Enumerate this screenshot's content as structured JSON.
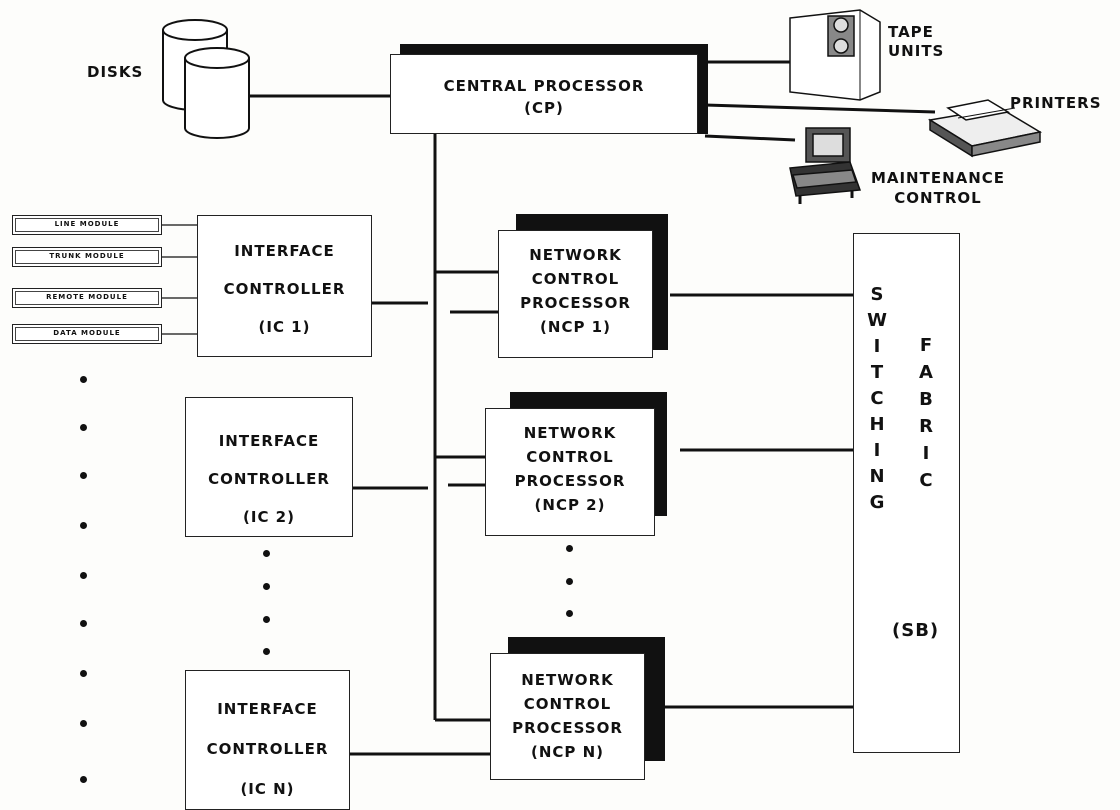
{
  "peripherals": {
    "disks": "DISKS",
    "tape_units": [
      "TAPE",
      "UNITS"
    ],
    "printers": "PRINTERS",
    "maintenance": [
      "MAINTENANCE",
      "CONTROL"
    ]
  },
  "central_processor": {
    "title": "CENTRAL PROCESSOR",
    "abbr": "(CP)"
  },
  "modules": [
    "LINE MODULE",
    "TRUNK MODULE",
    "REMOTE MODULE",
    "DATA MODULE"
  ],
  "interface_controllers": [
    {
      "line1": "INTERFACE",
      "line2": "CONTROLLER",
      "id": "(IC 1)"
    },
    {
      "line1": "INTERFACE",
      "line2": "CONTROLLER",
      "id": "(IC 2)"
    },
    {
      "line1": "INTERFACE",
      "line2": "CONTROLLER",
      "id": "(IC N)"
    }
  ],
  "network_control_processors": [
    {
      "line1": "NETWORK",
      "line2": "CONTROL",
      "line3": "PROCESSOR",
      "id": "(NCP 1)"
    },
    {
      "line1": "NETWORK",
      "line2": "CONTROL",
      "line3": "PROCESSOR",
      "id": "(NCP 2)"
    },
    {
      "line1": "NETWORK",
      "line2": "CONTROL",
      "line3": "PROCESSOR",
      "id": "(NCP N)"
    }
  ],
  "switching_fabric": {
    "col1": [
      "S",
      "W",
      "I",
      "T",
      "C",
      "H",
      "I",
      "N",
      "G"
    ],
    "col2": [
      "F",
      "A",
      "B",
      "R",
      "I",
      "C"
    ],
    "abbr": "(SB)"
  }
}
